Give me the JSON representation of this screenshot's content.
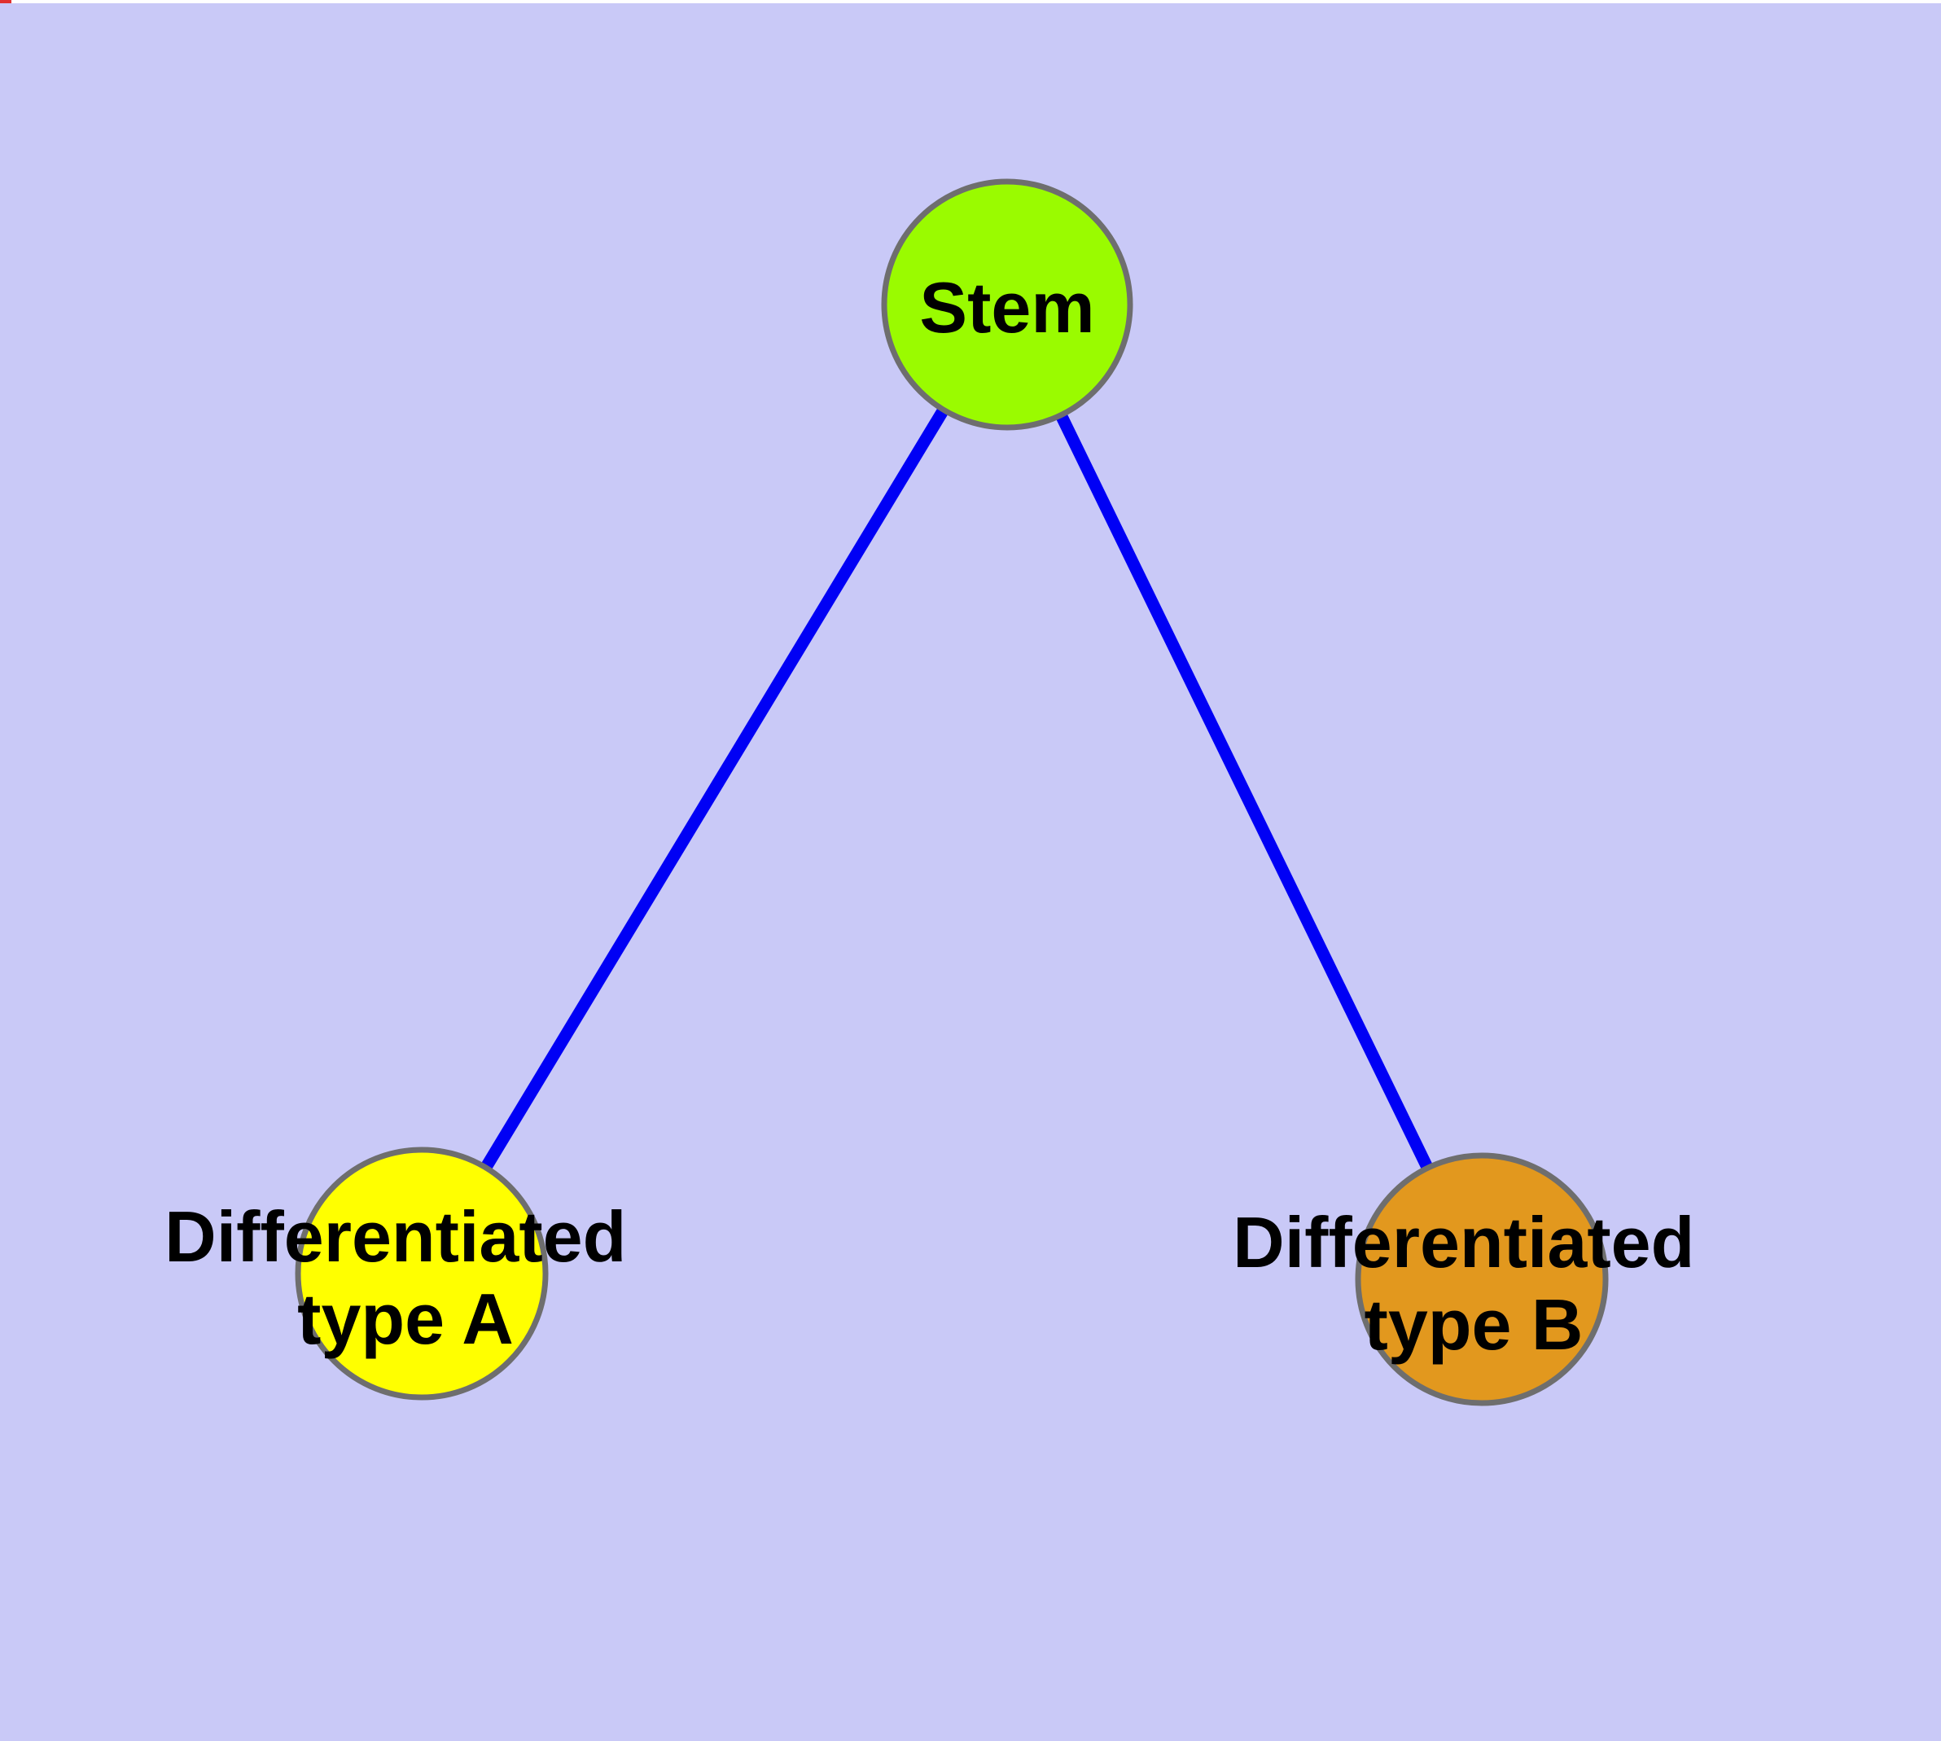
{
  "diagram": {
    "background_color": "#C9C9F7",
    "edge_color": "#0000F5",
    "node_border_color": "#6E6E6E",
    "label_color": "#000000",
    "nodes": [
      {
        "id": "stem",
        "label": "Stem",
        "label_lines": [
          "Stem"
        ],
        "fill_color": "#9AFB00"
      },
      {
        "id": "differentiated-type-a",
        "label": "Differentiated type A",
        "label_lines": [
          "Differentiated",
          "type A"
        ],
        "fill_color": "#FFFF00"
      },
      {
        "id": "differentiated-type-b",
        "label": "Differentiated type B",
        "label_lines": [
          "Differentiated",
          "type B"
        ],
        "fill_color": "#E2981E"
      }
    ],
    "edges": [
      {
        "from": "Stem",
        "to": "Differentiated type A"
      },
      {
        "from": "Stem",
        "to": "Differentiated type B"
      }
    ],
    "artifacts": {
      "top_strip_color": "#FFFFFF",
      "corner_mark_color": "#E03030"
    }
  }
}
